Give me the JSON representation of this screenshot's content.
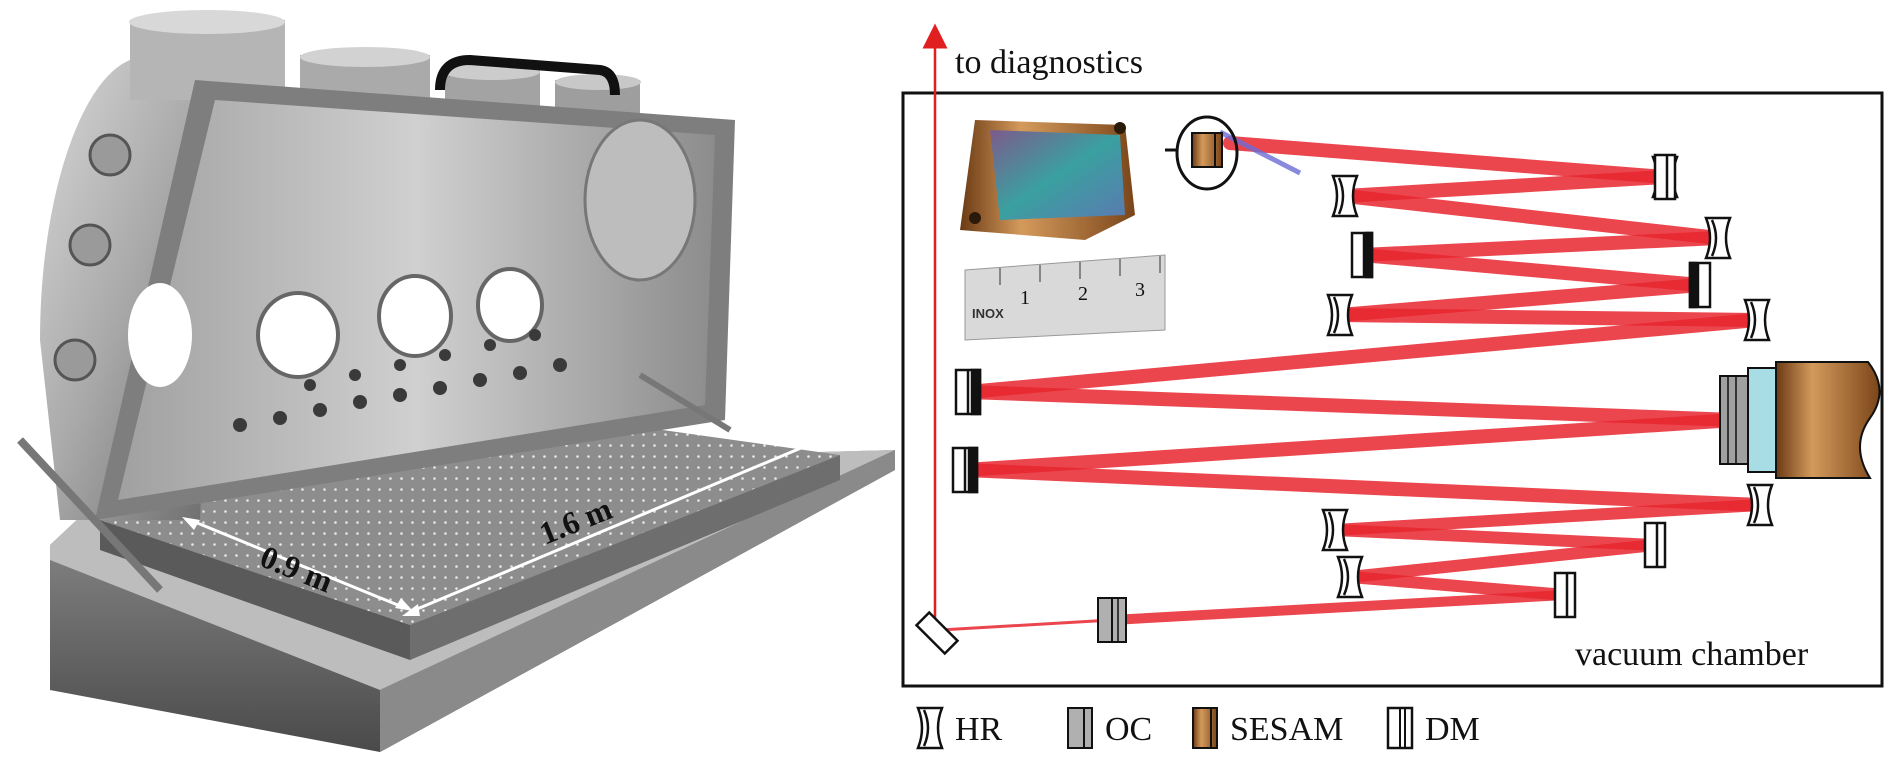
{
  "photo": {
    "dimension_width": "0.9 m",
    "dimension_length": "1.6 m"
  },
  "schematic": {
    "output_label": "to diagnostics",
    "chamber_label": "vacuum chamber",
    "inset_ruler_brand": "INOX",
    "inset_ruler_ticks": [
      "1",
      "2",
      "3"
    ]
  },
  "legend": {
    "hr": "HR",
    "oc": "OC",
    "sesam": "SESAM",
    "dm": "DM"
  },
  "colors": {
    "beam": "#e8262f",
    "arrow": "#e02020",
    "sesam_copper": "#a5672f",
    "pump_tube": "#a8dde6",
    "frame": "#111111"
  }
}
